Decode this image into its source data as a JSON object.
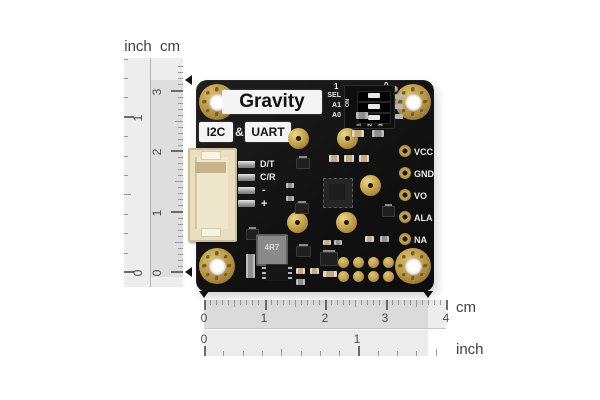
{
  "rulers": {
    "vertical": {
      "inch_label": "inch",
      "cm_label": "cm",
      "cm_numbers": [
        "0",
        "1",
        "2",
        "3"
      ],
      "inch_numbers": [
        "0",
        "1"
      ]
    },
    "horizontal": {
      "cm_label": "cm",
      "inch_label": "inch",
      "cm_numbers": [
        "0",
        "1",
        "2",
        "3",
        "4"
      ],
      "inch_numbers": [
        "0",
        "1"
      ]
    }
  },
  "board": {
    "brand_label": "Gravity",
    "interface": {
      "i2c": "I2C",
      "amp": "&",
      "uart": "UART"
    },
    "dip": {
      "high": "1",
      "low": "0",
      "rows": [
        "SEL",
        "A1",
        "A0"
      ],
      "on_label": "ON",
      "positions": [
        "1",
        "2",
        "3"
      ]
    },
    "connector_pins": [
      "D/T",
      "C/R",
      "-",
      "+"
    ],
    "right_pads": [
      "VCC",
      "GND",
      "VO",
      "ALA",
      "NA"
    ],
    "inductor_label": "4R7"
  },
  "colors": {
    "board": "#141414",
    "gold": "#c2a04f",
    "connector": "#e8dfc1",
    "label_background": "#f4f4f4",
    "ruler_text": "#4a4a4a"
  }
}
